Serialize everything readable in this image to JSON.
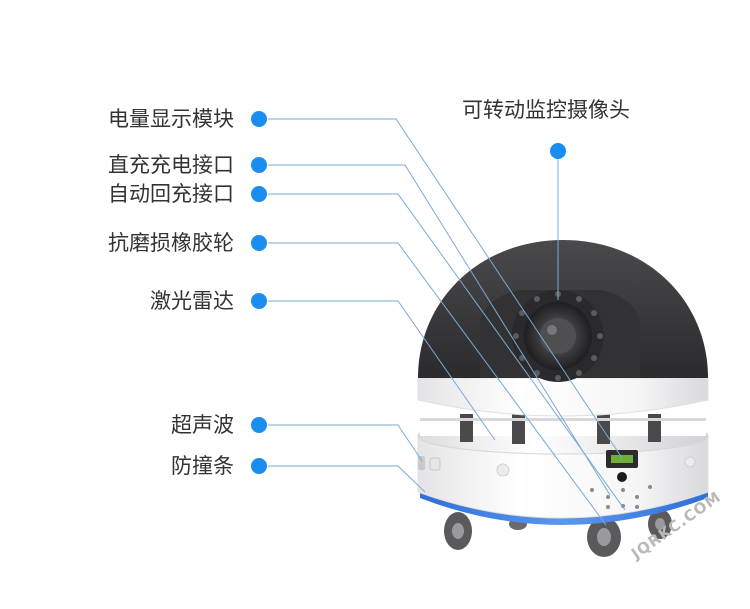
{
  "labels": {
    "battery_display": "电量显示模块",
    "dc_charge_port": "直充充电接口",
    "auto_charge_port": "自动回充接口",
    "rubber_wheel": "抗磨损橡胶轮",
    "lidar": "激光雷达",
    "ultrasonic": "超声波",
    "bumper": "防撞条",
    "rotating_camera": "可转动监控摄像头"
  },
  "watermark": "JQRKC.COM",
  "colors": {
    "accent": "#1a8df0",
    "line": "#7aa9d6",
    "text": "#333333",
    "dome": "#3a3a3c",
    "body": "#ffffff",
    "base_stripe": "#3f7fe0"
  }
}
